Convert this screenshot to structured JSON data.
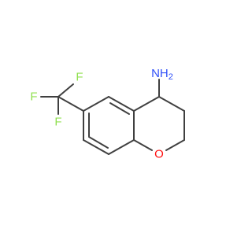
{
  "molecule": {
    "labels": {
      "amine": "NH",
      "amine_subscript": "2",
      "oxygen": "O",
      "fluorine_top": "F",
      "fluorine_left": "F",
      "fluorine_bottom": "F"
    },
    "colors": {
      "bond": "#404040",
      "nitrogen": "#3050f8",
      "oxygen": "#ff0d0d",
      "fluorine": "#90e050"
    }
  }
}
